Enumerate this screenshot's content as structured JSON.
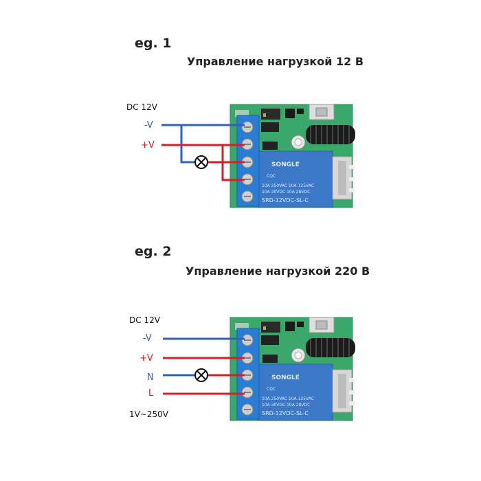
{
  "diagrams": [
    {
      "eg": "eg. 1",
      "title": "Управление нагрузкой 12 В",
      "supply": "DC 12V",
      "terminals": [
        "-V",
        "+V"
      ],
      "colors": {
        "negative": "#2f62b8",
        "positive": "#e01b24"
      }
    },
    {
      "eg": "eg. 2",
      "title": "Управление нагрузкой 220 В",
      "supply": "DC 12V",
      "terminals": [
        "-V",
        "+V",
        "N",
        "L"
      ],
      "range": "1V~250V",
      "colors": {
        "negative": "#2f62b8",
        "positive": "#e01b24"
      }
    }
  ],
  "module": {
    "relay_brand": "SONGLE",
    "relay_spec_line1": "10A 250VAC  10A 125VAC",
    "relay_spec_line2": "10A  30VDC  10A  28VDC",
    "relay_model": "SRD-12VDC-SL-C",
    "relay_cert": "CQC"
  }
}
